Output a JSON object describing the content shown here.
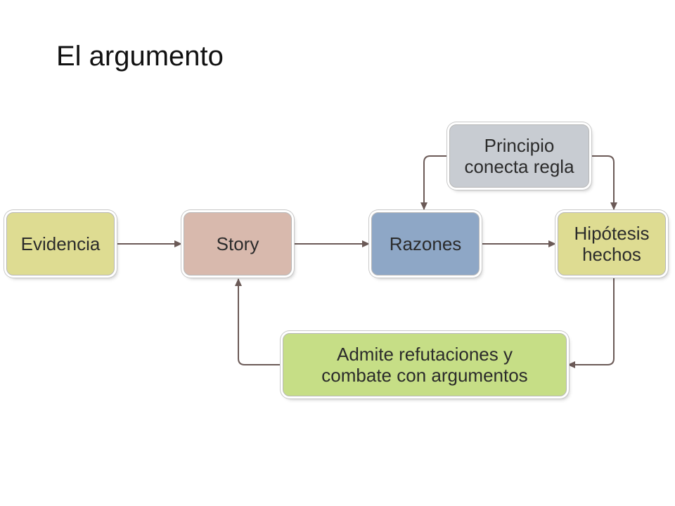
{
  "title": "El argumento",
  "nodes": {
    "evidencia": {
      "label": "Evidencia",
      "color": "#dedc92"
    },
    "story": {
      "label": "Story",
      "color": "#d8b9ad"
    },
    "razones": {
      "label": "Razones",
      "color": "#8ea7c6"
    },
    "hipotesis": {
      "label": "Hipótesis\nhechos",
      "color": "#dedc92"
    },
    "principio": {
      "label": "Principio\nconecta regla",
      "color": "#c8ccd2"
    },
    "admite": {
      "label": "Admite refutaciones y\ncombate con argumentos",
      "color": "#c6de86"
    }
  },
  "edges": [
    {
      "from": "evidencia",
      "to": "story"
    },
    {
      "from": "story",
      "to": "razones"
    },
    {
      "from": "razones",
      "to": "hipotesis"
    },
    {
      "from": "principio",
      "to": "razones"
    },
    {
      "from": "principio",
      "to": "hipotesis"
    },
    {
      "from": "hipotesis",
      "to": "admite"
    },
    {
      "from": "admite",
      "to": "story"
    }
  ],
  "colors": {
    "connector": "#6b5a57"
  }
}
